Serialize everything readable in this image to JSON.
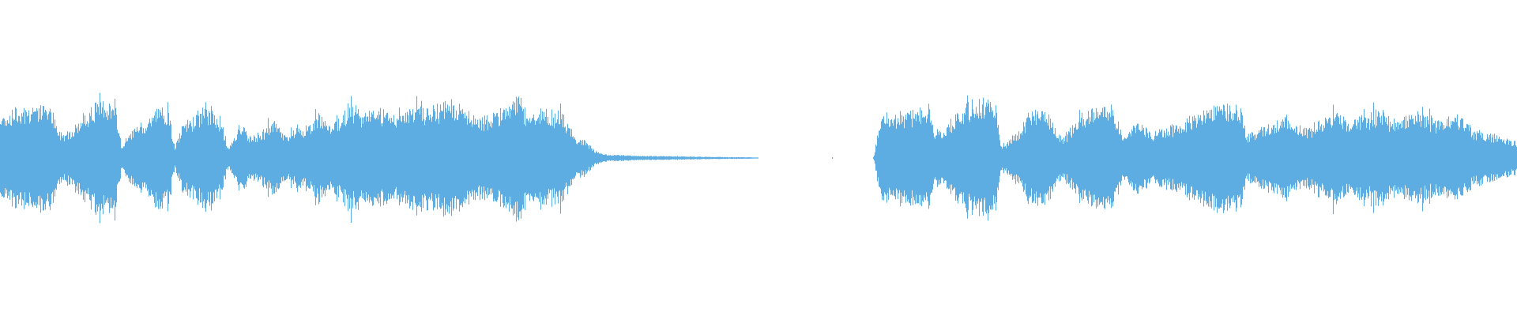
{
  "waveform": {
    "color": "#5DADE2",
    "background": "#FFFFFF",
    "segments": [
      {
        "name": "first-audio-region",
        "start": 0.0,
        "end": 0.4
      },
      {
        "name": "silence-gap",
        "start": 0.4,
        "end": 0.575
      },
      {
        "name": "second-audio-region",
        "start": 0.575,
        "end": 1.0
      }
    ],
    "envelope": [
      [
        0.0,
        0.46
      ],
      [
        0.01,
        0.54
      ],
      [
        0.02,
        0.58
      ],
      [
        0.03,
        0.6
      ],
      [
        0.034,
        0.53
      ],
      [
        0.038,
        0.3
      ],
      [
        0.043,
        0.28
      ],
      [
        0.05,
        0.38
      ],
      [
        0.06,
        0.55
      ],
      [
        0.07,
        0.65
      ],
      [
        0.076,
        0.55
      ],
      [
        0.08,
        0.12
      ],
      [
        0.086,
        0.3
      ],
      [
        0.095,
        0.36
      ],
      [
        0.102,
        0.55
      ],
      [
        0.11,
        0.55
      ],
      [
        0.115,
        0.12
      ],
      [
        0.12,
        0.35
      ],
      [
        0.13,
        0.5
      ],
      [
        0.14,
        0.55
      ],
      [
        0.145,
        0.45
      ],
      [
        0.15,
        0.12
      ],
      [
        0.155,
        0.24
      ],
      [
        0.16,
        0.38
      ],
      [
        0.165,
        0.22
      ],
      [
        0.172,
        0.28
      ],
      [
        0.18,
        0.4
      ],
      [
        0.188,
        0.25
      ],
      [
        0.195,
        0.32
      ],
      [
        0.2,
        0.32
      ],
      [
        0.21,
        0.48
      ],
      [
        0.22,
        0.38
      ],
      [
        0.225,
        0.5
      ],
      [
        0.232,
        0.58
      ],
      [
        0.24,
        0.48
      ],
      [
        0.25,
        0.55
      ],
      [
        0.26,
        0.5
      ],
      [
        0.268,
        0.55
      ],
      [
        0.276,
        0.6
      ],
      [
        0.285,
        0.52
      ],
      [
        0.295,
        0.65
      ],
      [
        0.3,
        0.62
      ],
      [
        0.31,
        0.5
      ],
      [
        0.32,
        0.45
      ],
      [
        0.33,
        0.55
      ],
      [
        0.34,
        0.68
      ],
      [
        0.35,
        0.48
      ],
      [
        0.36,
        0.52
      ],
      [
        0.37,
        0.5
      ],
      [
        0.378,
        0.25
      ],
      [
        0.385,
        0.2
      ],
      [
        0.392,
        0.08
      ],
      [
        0.4,
        0.04
      ],
      [
        0.42,
        0.025
      ],
      [
        0.46,
        0.015
      ],
      [
        0.495,
        0.008
      ],
      [
        0.5,
        0.0
      ],
      [
        0.575,
        0.0
      ],
      [
        0.576,
        0.02
      ],
      [
        0.58,
        0.45
      ],
      [
        0.59,
        0.48
      ],
      [
        0.6,
        0.52
      ],
      [
        0.612,
        0.58
      ],
      [
        0.616,
        0.25
      ],
      [
        0.62,
        0.3
      ],
      [
        0.63,
        0.48
      ],
      [
        0.64,
        0.6
      ],
      [
        0.65,
        0.68
      ],
      [
        0.656,
        0.62
      ],
      [
        0.66,
        0.12
      ],
      [
        0.67,
        0.28
      ],
      [
        0.68,
        0.5
      ],
      [
        0.688,
        0.55
      ],
      [
        0.695,
        0.35
      ],
      [
        0.7,
        0.2
      ],
      [
        0.71,
        0.42
      ],
      [
        0.72,
        0.56
      ],
      [
        0.73,
        0.6
      ],
      [
        0.735,
        0.5
      ],
      [
        0.74,
        0.25
      ],
      [
        0.75,
        0.38
      ],
      [
        0.76,
        0.28
      ],
      [
        0.77,
        0.35
      ],
      [
        0.78,
        0.4
      ],
      [
        0.79,
        0.5
      ],
      [
        0.8,
        0.56
      ],
      [
        0.812,
        0.64
      ],
      [
        0.818,
        0.55
      ],
      [
        0.822,
        0.25
      ],
      [
        0.83,
        0.32
      ],
      [
        0.84,
        0.4
      ],
      [
        0.85,
        0.46
      ],
      [
        0.86,
        0.3
      ],
      [
        0.87,
        0.42
      ],
      [
        0.88,
        0.5
      ],
      [
        0.89,
        0.38
      ],
      [
        0.9,
        0.48
      ],
      [
        0.91,
        0.52
      ],
      [
        0.92,
        0.4
      ],
      [
        0.93,
        0.52
      ],
      [
        0.94,
        0.46
      ],
      [
        0.95,
        0.4
      ],
      [
        0.96,
        0.48
      ],
      [
        0.97,
        0.32
      ],
      [
        0.98,
        0.28
      ],
      [
        0.99,
        0.22
      ],
      [
        1.0,
        0.18
      ]
    ]
  }
}
